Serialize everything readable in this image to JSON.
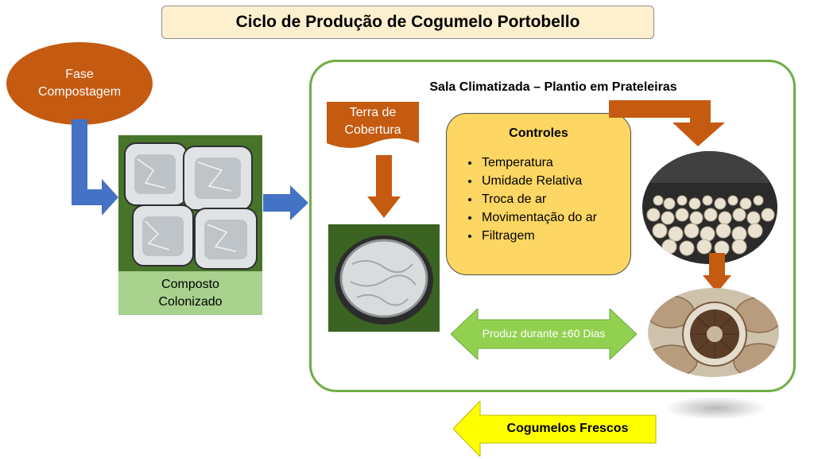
{
  "title": "Ciclo de Produção de Cogumelo Portobello",
  "compost_phase": {
    "line1": "Fase",
    "line2": "Compostagem"
  },
  "colonized": {
    "line1": "Composto",
    "line2": "Colonizado"
  },
  "room": {
    "title": "Sala Climatizada – Plantio em Prateleiras"
  },
  "casing": {
    "line1": "Terra de",
    "line2": "Cobertura"
  },
  "controls": {
    "title": "Controles",
    "items": [
      "Temperatura",
      "Umidade Relativa",
      "Troca de ar",
      "Movimentação do ar",
      "Filtragem"
    ]
  },
  "production": {
    "label": "Produz durante ±60 Dias"
  },
  "output": {
    "label": "Cogumelos Frescos"
  },
  "colors": {
    "orange": "#c55a11",
    "blue_arrow": "#4472c4",
    "green_border": "#70ad47",
    "light_green": "#a9d18e",
    "yellow": "#ffff00",
    "controls_fill": "#fdd663",
    "title_fill": "#fdf0cf"
  }
}
